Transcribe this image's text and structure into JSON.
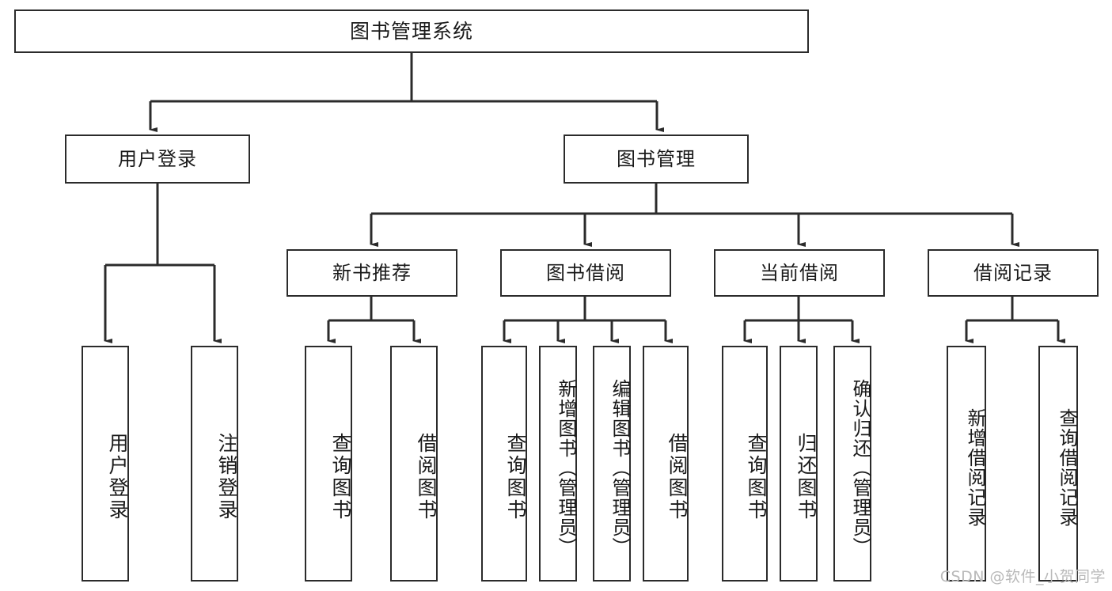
{
  "diagram": {
    "title": "图书管理系统",
    "watermark": "CSDN @软件_小贺同学",
    "line_color": "#2b2b2b",
    "text_color": "#1a1a1a",
    "background": "#ffffff",
    "nodes": {
      "root": "图书管理系统",
      "level2": {
        "user_login": "用户登录",
        "book_manage": "图书管理"
      },
      "level3": {
        "new_book_recommend": "新书推荐",
        "book_borrow": "图书借阅",
        "current_borrow": "当前借阅",
        "borrow_record": "借阅记录"
      },
      "leaves": {
        "user_login_1": "用户登录",
        "user_login_2": "注销登录",
        "recommend_1": "查询图书",
        "recommend_2": "借阅图书",
        "borrow_1": "查询图书",
        "borrow_2": "新增图书（管理员）",
        "borrow_3": "编辑图书（管理员）",
        "borrow_4": "借阅图书",
        "current_1": "查询图书",
        "current_2": "归还图书",
        "current_3": "确认归还（管理员）",
        "record_1": "新增借阅记录",
        "record_2": "查询借阅记录"
      }
    }
  }
}
